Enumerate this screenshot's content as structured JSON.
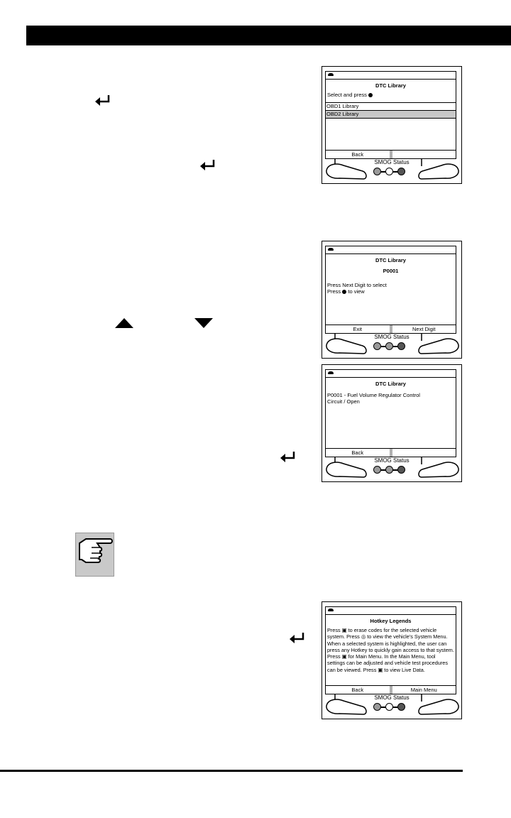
{
  "devices": [
    {
      "screen": {
        "title": "DTC Library",
        "prompt": "Select and press",
        "items": [
          {
            "label": "OBD1 Library",
            "selected": false
          },
          {
            "label": "OBD2 Library",
            "selected": true
          }
        ],
        "softkeys": [
          "Back",
          ""
        ]
      },
      "smog_label": "SMOG Status"
    },
    {
      "screen": {
        "title": "DTC Library",
        "code": "P0001",
        "line1": "Press Next Digit to select",
        "line2_a": "Press",
        "line2_b": "to view",
        "softkeys": [
          "Exit",
          "Next Digit"
        ]
      },
      "smog_label": "SMOG Status"
    },
    {
      "screen": {
        "title": "DTC Library",
        "line1": "P0001 - Fuel Volume Regulator Control",
        "line2": "Circuit / Open",
        "softkeys": [
          "Back",
          ""
        ]
      },
      "smog_label": "SMOG Status"
    },
    {
      "screen": {
        "title": "Hotkey Legends",
        "body": "Press ▣ to erase codes for the selected vehicle system. Press ◎ to view the vehicle's System Menu. When a selected system is highlighted, the user can press any Hotkey to quickly gain access to that system. Press ▣ for Main Menu. In the Main Menu, tool settings can be adjusted and vehicle test procedures can be viewed. Press ▣ to view Live Data.",
        "softkeys": [
          "Back",
          "Main Menu"
        ]
      },
      "smog_label": "SMOG Status"
    }
  ],
  "icons": {
    "enter": "enter-arrow-icon",
    "up": "up-arrow-icon",
    "down": "down-arrow-icon",
    "note": "pointing-hand-icon"
  },
  "colors": {
    "header_bar": "#000000",
    "note_bg": "#c9c9c9",
    "selected_row": "#c8c8c8",
    "smog_dot": "#9a9a9a"
  }
}
